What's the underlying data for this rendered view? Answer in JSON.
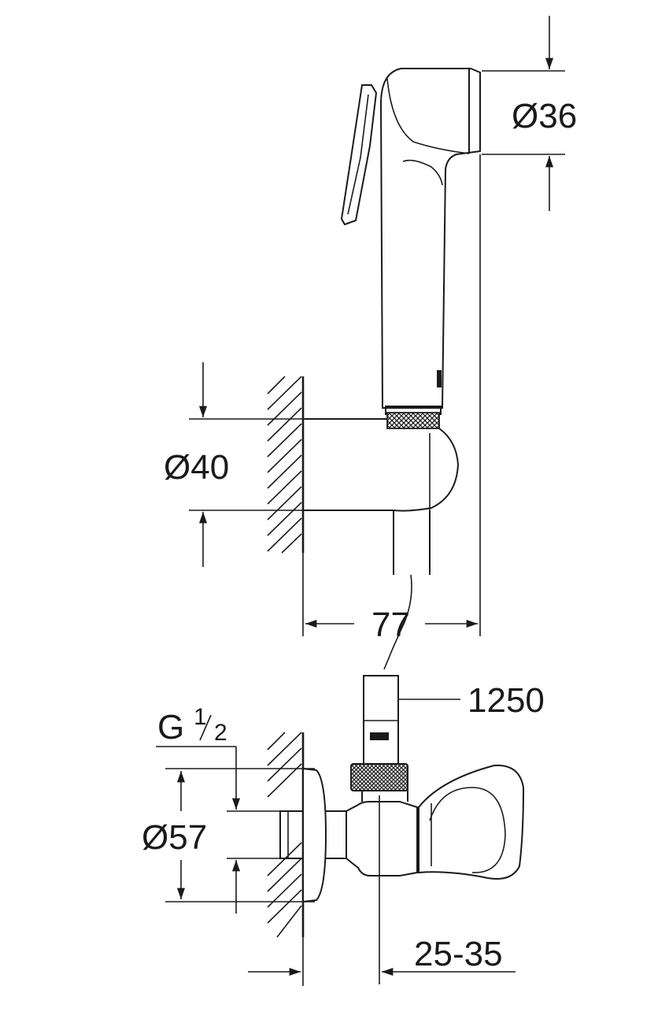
{
  "drawing": {
    "type": "technical-dimension-drawing",
    "dimensions": {
      "spray_diameter": "Ø36",
      "holder_diameter": "Ø40",
      "holder_projection": "77",
      "hose_length": "1250",
      "thread_size_main": "G",
      "thread_size_numerator": "1",
      "thread_size_denominator": "2",
      "rosette_diameter": "Ø57",
      "valve_projection": "25-35"
    },
    "colors": {
      "line": "#1a1a1a",
      "background": "#ffffff"
    }
  }
}
